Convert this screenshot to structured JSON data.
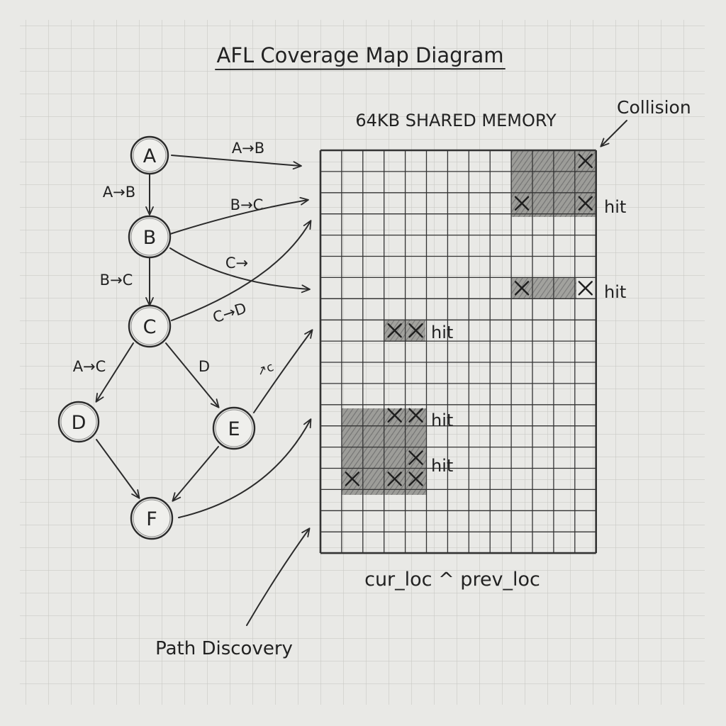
{
  "title": "AFL Coverage Map Diagram",
  "memory_label": "64KB SHARED MEMORY",
  "collision_label": "Collision",
  "hit_label": "hit",
  "formula_label": "cur_loc ^ prev_loc",
  "path_discovery_label": "Path Discovery",
  "nodes": [
    "A",
    "B",
    "C",
    "D",
    "E",
    "F"
  ],
  "edge_labels": {
    "a_to_b_left": "A→B",
    "a_to_b_top": "A→B",
    "b_to_c_left": "B→C",
    "b_to_c_top": "B→C",
    "c_arrow": "C→",
    "c_to_d": "C→D",
    "a_to_c": "A→C",
    "d_label": "D",
    "e_scribble": "↗c"
  },
  "colors": {
    "paper": "#e9e9e6",
    "grid": "#c9c9c5",
    "pencil": "#2b2b2b",
    "shade": "#7a7a77"
  }
}
